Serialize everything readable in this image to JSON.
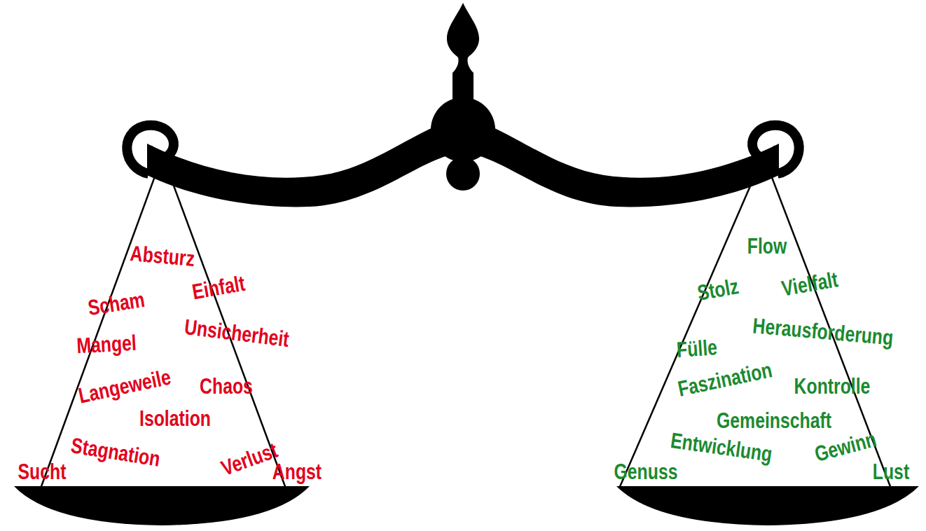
{
  "diagram": {
    "labels": [
      "Absturz",
      "Scham",
      "Einfalt",
      "Unsicherheit",
      "Mangel",
      "Langeweile",
      "Chaos",
      "Isolation",
      "Stagnation",
      "Verlust",
      "Sucht",
      "Angst",
      "Flow",
      "Stolz",
      "Vielfalt",
      "Herausforderung",
      "Fülle",
      "Faszination",
      "Kontrolle",
      "Gemeinschaft",
      "Entwicklung",
      "Gewinn",
      "Genuss",
      "Lust"
    ]
  }
}
